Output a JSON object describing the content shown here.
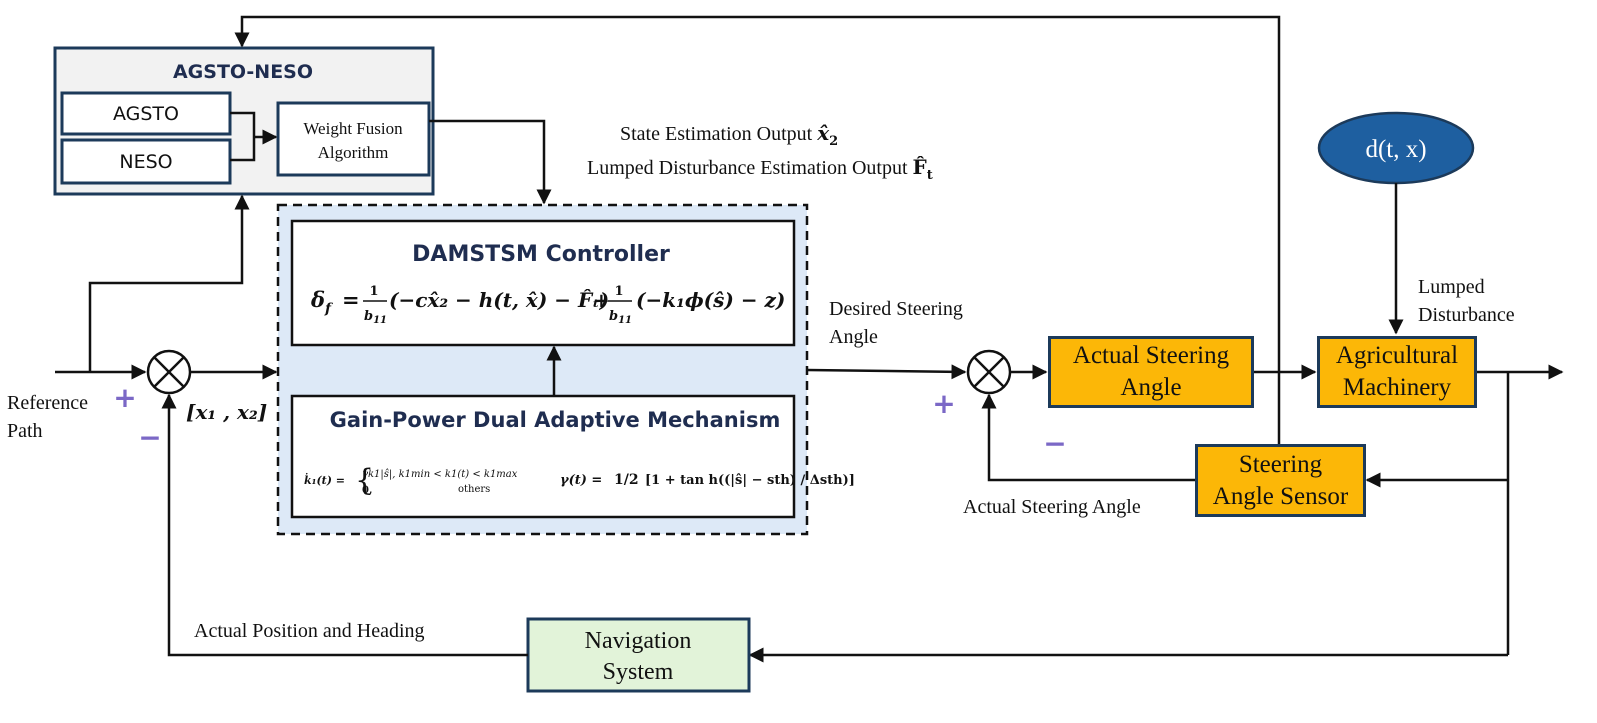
{
  "colors": {
    "block_fill": "#fcb707",
    "block_border": "#1c3a5a",
    "observer_panel": "#f2f2f2",
    "controller_panel": "#dde9f7",
    "navigation_fill": "#e2f3d9",
    "disturbance_fill": "#1e5fa0",
    "sign_color": "#7b68c6",
    "title_color": "#1f2d50"
  },
  "observer": {
    "title": "AGSTO-NESO",
    "agsto": "AGSTO",
    "neso": "NESO",
    "fusion_line1": "Weight Fusion",
    "fusion_line2": "Algorithm"
  },
  "estimation": {
    "state_text": "State Estimation Output ",
    "state_symbol": "x̂",
    "state_sub": "2",
    "disturbance_text": "Lumped Disturbance Estimation Output ",
    "disturbance_symbol": "F̂",
    "disturbance_sub": "t"
  },
  "controller": {
    "title": "DAMSTSM Controller",
    "law_lhs": "δ",
    "law_lhs_sub": "f",
    "law_eq": "=",
    "frac_num": "1",
    "frac_den": "b",
    "frac_den_sub": "11",
    "term1": "(−cx̂₂ − h(t, x̂) − F̂ₜ)",
    "plus": "+",
    "term2": "(−k₁ϕ(ŝ) − z)"
  },
  "adaptive": {
    "title": "Gain-Power Dual Adaptive Mechanism",
    "k_lhs": "k̇₁(t) =",
    "case1": "γk1|ŝ|,   k1min < k1(t) < k1max",
    "case2_val": "0,",
    "case2_cond": "others",
    "gamma_lhs": "γ(t) =",
    "gamma_half": "1/2",
    "gamma_body": "[1 + tan h((|ŝ| − sth) / Δsth)]"
  },
  "labels": {
    "reference_line1": "Reference",
    "reference_line2": "Path",
    "state_vector": "[x₁ ,  x₂]",
    "desired_line1": "Desired Steering",
    "desired_line2": "Angle",
    "actual_angle_fb": "Actual Steering Angle",
    "actual_pos": "Actual Position and Heading",
    "lumped_line1": "Lumped",
    "lumped_line2": "Disturbance",
    "plus": "+",
    "minus": "−"
  },
  "blocks": {
    "actual_angle_line1": "Actual Steering",
    "actual_angle_line2": "Angle",
    "machinery_line1": "Agricultural",
    "machinery_line2": "Machinery",
    "sensor_line1": "Steering",
    "sensor_line2": "Angle Sensor",
    "nav_line1": "Navigation",
    "nav_line2": "System",
    "disturbance": "d(t, x)"
  }
}
